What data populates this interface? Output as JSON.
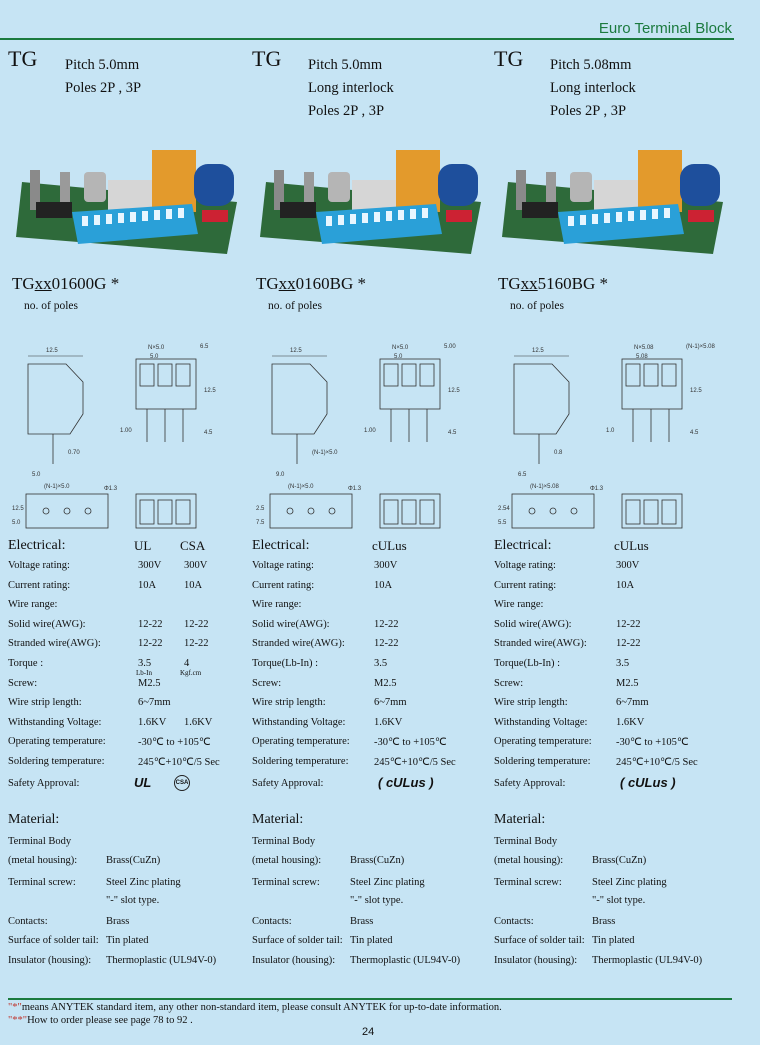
{
  "header": {
    "title": "Euro Terminal Block"
  },
  "columns": [
    {
      "series": "TG",
      "spec_lines": [
        "Pitch 5.0mm",
        "Poles  2P , 3P",
        ""
      ],
      "part": {
        "prefix": "TG",
        "xx": "xx",
        "suffix": "01600G *"
      },
      "poles_note": "no. of poles",
      "dims": {
        "a": "12.5",
        "b": "N×5.0",
        "c": "6.5",
        "d": "5.0",
        "e": "12.5",
        "f": "4.5",
        "g": "1.00",
        "h": "0.70",
        "i": "5.0",
        "j": "(N-1)×5.0",
        "k": "Φ1.3",
        "l": "12.5",
        "m": "5.0"
      },
      "electrical": {
        "title": "Electrical:",
        "headers": [
          "UL",
          "CSA"
        ],
        "rows": [
          {
            "label": "Voltage rating:",
            "v1": "300V",
            "v2": "300V"
          },
          {
            "label": "Current rating:",
            "v1": "10A",
            "v2": "10A"
          },
          {
            "label": "Wire range:",
            "v1": "",
            "v2": ""
          },
          {
            "label": "Solid wire(AWG):",
            "v1": "12-22",
            "v2": "12-22"
          },
          {
            "label": "Stranded wire(AWG):",
            "v1": "12-22",
            "v2": "12-22"
          },
          {
            "label": "Torque :",
            "v1": "3.5",
            "v2": "4",
            "s1": "Lb-In",
            "s2": "Kgf.cm"
          },
          {
            "label": "Screw:",
            "v1": "M2.5",
            "v2": ""
          },
          {
            "label": "Wire strip length:",
            "v1": "6~7mm",
            "v2": ""
          },
          {
            "label": " Withstanding Voltage:",
            "v1": "1.6KV",
            "v2": "1.6KV"
          },
          {
            "label": "Operating temperature:",
            "v1": "-30℃ to +105℃",
            "v2": ""
          },
          {
            "label": "Soldering temperature:",
            "v1": "245℃+10℃/5 Sec",
            "v2": ""
          }
        ],
        "approval_label": "Safety Approval:",
        "approval_logo": "UL",
        "approval_logo2": "CSA"
      },
      "material": {
        "title": "Material:",
        "rows": [
          {
            "label": "Terminal Body",
            "val": ""
          },
          {
            "label": "(metal housing):",
            "val": "Brass(CuZn)"
          },
          {
            "label": "Terminal screw:",
            "val": "Steel   Zinc   plating"
          },
          {
            "label": "",
            "val": "\"-\" slot type."
          },
          {
            "label": "Contacts:",
            "val": "Brass"
          },
          {
            "label": "Surface of solder tail:",
            "val": "Tin plated"
          },
          {
            "label": "Insulator (housing):",
            "val": "Thermoplastic (UL94V-0)"
          }
        ]
      }
    },
    {
      "series": "TG",
      "spec_lines": [
        "Pitch 5.0mm",
        "Long interlock",
        "Poles  2P , 3P"
      ],
      "part": {
        "prefix": "TG",
        "xx": "xx",
        "suffix": "0160BG *"
      },
      "poles_note": "no. of poles",
      "dims": {
        "a": "12.5",
        "b": "N×5.0",
        "c": "5.00",
        "d": "5.0",
        "e": "12.5",
        "f": "4.5",
        "g": "1.00",
        "h": "(N-1)×5.0",
        "i": "9.0",
        "j": "(N-1)×5.0",
        "k": "Φ1.3",
        "l": "2.5",
        "m": "7.5"
      },
      "electrical": {
        "title": "Electrical:",
        "headers": [
          "cULus",
          ""
        ],
        "rows": [
          {
            "label": "Voltage rating:",
            "v1": "300V",
            "v2": ""
          },
          {
            "label": "Current rating:",
            "v1": "10A",
            "v2": ""
          },
          {
            "label": "Wire range:",
            "v1": "",
            "v2": ""
          },
          {
            "label": "Solid wire(AWG):",
            "v1": "12-22",
            "v2": ""
          },
          {
            "label": "Stranded wire(AWG):",
            "v1": "12-22",
            "v2": ""
          },
          {
            "label": "Torque(Lb-In) :",
            "v1": "3.5",
            "v2": ""
          },
          {
            "label": "Screw:",
            "v1": "M2.5",
            "v2": ""
          },
          {
            "label": "Wire strip length:",
            "v1": "6~7mm",
            "v2": ""
          },
          {
            "label": "Withstanding Voltage:",
            "v1": "1.6KV",
            "v2": ""
          },
          {
            "label": "Operating temperature:",
            "v1": "-30℃ to +105℃",
            "v2": ""
          },
          {
            "label": "Soldering temperature:",
            "v1": "245℃+10℃/5 Sec",
            "v2": ""
          }
        ],
        "approval_label": "Safety Approval:",
        "approval_logo": "( cULus )",
        "approval_logo2": ""
      },
      "material": {
        "title": "Material:",
        "rows": [
          {
            "label": "Terminal Body",
            "val": ""
          },
          {
            "label": "(metal housing):",
            "val": "Brass(CuZn)"
          },
          {
            "label": "Terminal screw:",
            "val": "Steel   Zinc   plating"
          },
          {
            "label": "",
            "val": "\"-\" slot type."
          },
          {
            "label": "Contacts:",
            "val": "Brass"
          },
          {
            "label": "Surface of solder tail:",
            "val": "Tin plated"
          },
          {
            "label": "Insulator (housing):",
            "val": "Thermoplastic (UL94V-0)"
          }
        ]
      }
    },
    {
      "series": "TG",
      "spec_lines": [
        "Pitch 5.08mm",
        "Long interlock",
        "Poles  2P , 3P"
      ],
      "part": {
        "prefix": "TG",
        "xx": "xx",
        "suffix": "5160BG *"
      },
      "poles_note": "no. of poles",
      "dims": {
        "a": "12.5",
        "b": "N×5.08",
        "c": "(N-1)×5.08",
        "d": "5.08",
        "e": "12.5",
        "f": "4.5",
        "g": "1.0",
        "h": "0.8",
        "i": "6.5",
        "j": "(N-1)×5.08",
        "k": "Φ1.3",
        "l": "2.54",
        "m": "5.5"
      },
      "electrical": {
        "title": "Electrical:",
        "headers": [
          "cULus",
          ""
        ],
        "rows": [
          {
            "label": "Voltage rating:",
            "v1": "300V",
            "v2": ""
          },
          {
            "label": "Current rating:",
            "v1": "10A",
            "v2": ""
          },
          {
            "label": "Wire range:",
            "v1": "",
            "v2": ""
          },
          {
            "label": "Solid wire(AWG):",
            "v1": "12-22",
            "v2": ""
          },
          {
            "label": "Stranded wire(AWG):",
            "v1": "12-22",
            "v2": ""
          },
          {
            "label": "Torque(Lb-In) :",
            "v1": "3.5",
            "v2": ""
          },
          {
            "label": "Screw:",
            "v1": "M2.5",
            "v2": ""
          },
          {
            "label": "Wire strip length:",
            "v1": "6~7mm",
            "v2": ""
          },
          {
            "label": "Withstanding Voltage:",
            "v1": "1.6KV",
            "v2": ""
          },
          {
            "label": "Operating temperature:",
            "v1": "-30℃ to +105℃",
            "v2": ""
          },
          {
            "label": "Soldering temperature:",
            "v1": "245℃+10℃/5 Sec",
            "v2": ""
          }
        ],
        "approval_label": "Safety Approval:",
        "approval_logo": "( cULus )",
        "approval_logo2": ""
      },
      "material": {
        "title": "Material:",
        "rows": [
          {
            "label": "Terminal Body",
            "val": ""
          },
          {
            "label": "(metal housing):",
            "val": "Brass(CuZn)"
          },
          {
            "label": "Terminal screw:",
            "val": "Steel   Zinc   plating"
          },
          {
            "label": "",
            "val": "\"-\" slot type."
          },
          {
            "label": "Contacts:",
            "val": "Brass"
          },
          {
            "label": "Surface of solder tail:",
            "val": "Tin plated"
          },
          {
            "label": "Insulator (housing):",
            "val": "Thermoplastic (UL94V-0)"
          }
        ]
      }
    }
  ],
  "footer": {
    "note1_mark": "\"*\"",
    "note1": "means ANYTEK standard item, any other non-standard item, please consult ANYTEK for up-to-date information.",
    "note2_mark": "\"**\"",
    "note2": "How to order please see page 78 to 92 .",
    "page_number": "24"
  },
  "colors": {
    "accent": "#1b7a3e",
    "background": "#c6e4f4",
    "footnote_mark": "#c0342c"
  }
}
